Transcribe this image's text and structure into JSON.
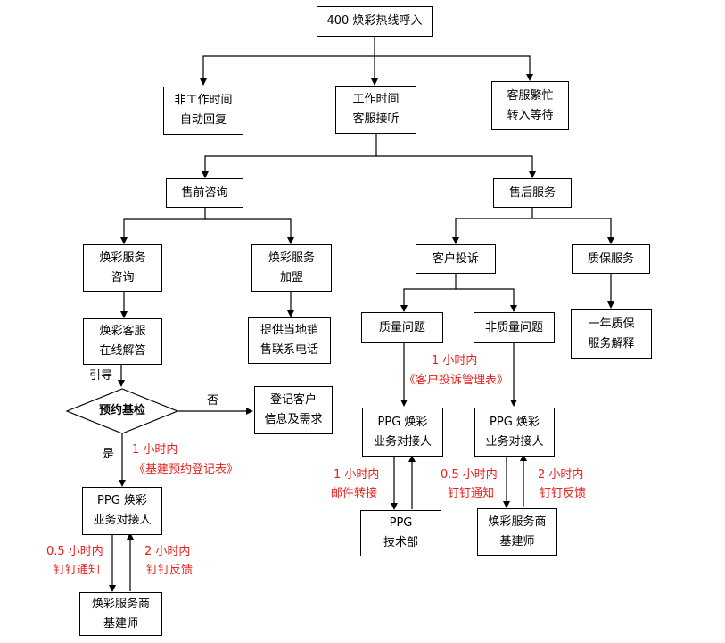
{
  "nodes": {
    "hotline": [
      "400 焕彩热线呼入"
    ],
    "off_hours": [
      "非工作时间",
      "自动回复"
    ],
    "work_hours": [
      "工作时间",
      "客服接听"
    ],
    "busy": [
      "客服繁忙",
      "转入等待"
    ],
    "presale": [
      "售前咨询"
    ],
    "aftersale": [
      "售后服务"
    ],
    "consult": [
      "焕彩服务",
      "咨询"
    ],
    "franchise": [
      "焕彩服务",
      "加盟"
    ],
    "online": [
      "焕彩客服",
      "在线解答"
    ],
    "sales_contact": [
      "提供当地销",
      "售联系电话"
    ],
    "precheck": [
      "预约基检"
    ],
    "register": [
      "登记客户",
      "信息及需求"
    ],
    "ppg_left": [
      "PPG 焕彩",
      "业务对接人"
    ],
    "engineer_left": [
      "焕彩服务商",
      "基建师"
    ],
    "complaint": [
      "客户投诉"
    ],
    "warranty": [
      "质保服务"
    ],
    "quality": [
      "质量问题"
    ],
    "nonquality": [
      "非质量问题"
    ],
    "warranty_explain": [
      "一年质保",
      "服务解释"
    ],
    "ppg_mid": [
      "PPG 焕彩",
      "业务对接人"
    ],
    "ppg_right": [
      "PPG 焕彩",
      "业务对接人"
    ],
    "tech": [
      "PPG",
      "技术部"
    ],
    "engineer_right": [
      "焕彩服务商",
      "基建师"
    ]
  },
  "labels": {
    "guide": "引导",
    "no": "否",
    "yes": "是",
    "precheck_time": "1 小时内",
    "precheck_form": "《基建预约登记表》",
    "complaint_time": "1 小时内",
    "complaint_form": "《客户投诉管理表》",
    "mail_time": "1 小时内",
    "mail_forward": "邮件转接",
    "notify_time_left": "0.5 小时内",
    "notify_left": "钉钉通知",
    "feedback_time_left": "2 小时内",
    "feedback_left": "钉钉反馈",
    "notify_time_right": "0.5 小时内",
    "notify_right": "钉钉通知",
    "feedback_time_right": "2 小时内",
    "feedback_right": "钉钉反馈"
  },
  "colors": {
    "annotation": "#e8201b",
    "line": "#000000"
  }
}
